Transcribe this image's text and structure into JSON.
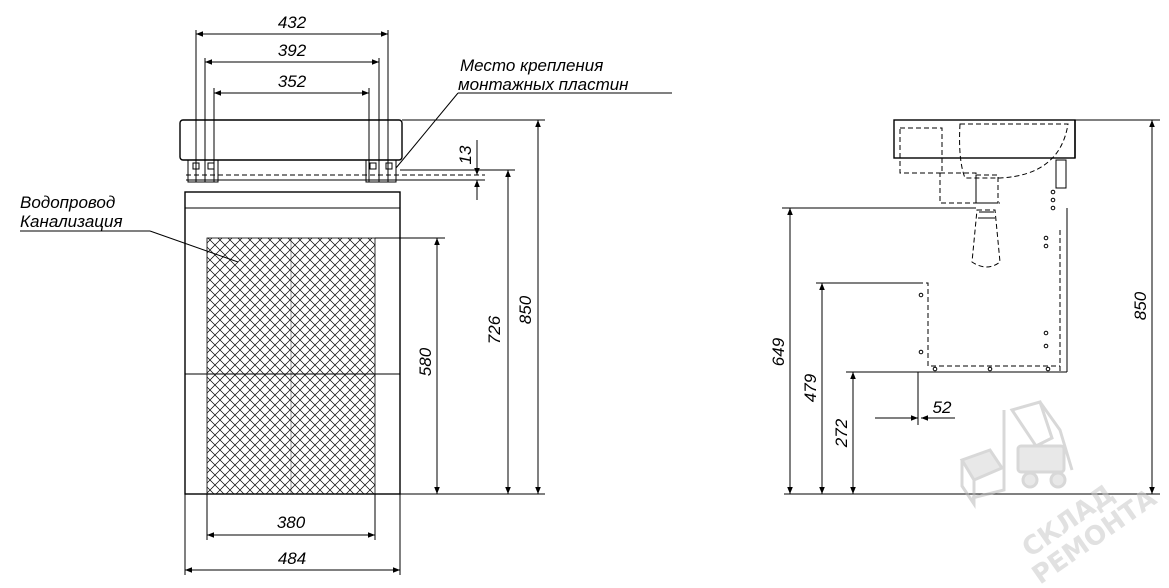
{
  "front_view": {
    "widths": {
      "top_outer": "432",
      "top_mid": "392",
      "top_inner": "352",
      "panel": "380",
      "base": "484"
    },
    "heights": {
      "mount_offset": "13",
      "panel": "580",
      "body": "726",
      "total": "850"
    },
    "labels": {
      "mount_note_line1": "Место крепления",
      "mount_note_line2": "монтажных пластин",
      "pipes_line1": "Водопровод",
      "pipes_line2": "Канализация"
    }
  },
  "side_view": {
    "heights": {
      "h649": "649",
      "h479": "479",
      "h272": "272",
      "total": "850"
    },
    "offset": "52"
  },
  "watermark": {
    "line1": "СКЛАД",
    "line2": "РЕМОНТА"
  }
}
